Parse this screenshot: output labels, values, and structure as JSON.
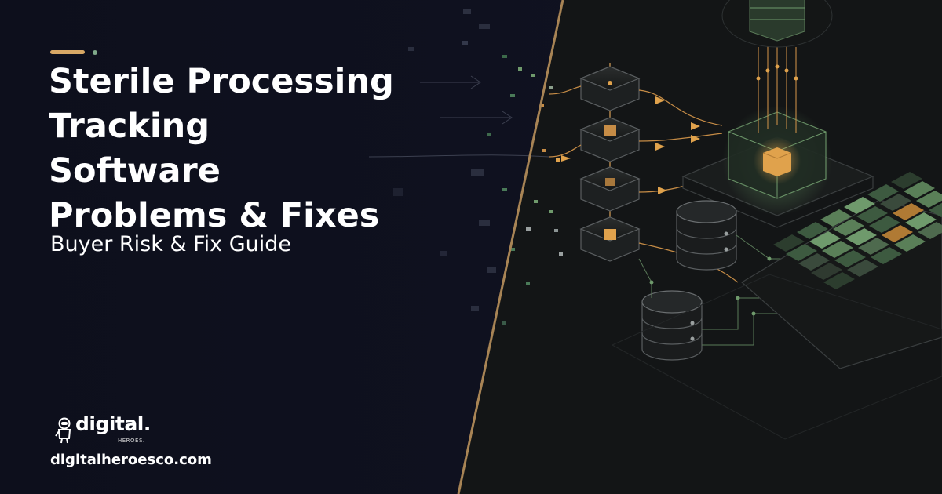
{
  "title_lines": [
    "Sterile Processing",
    "Tracking",
    "Software",
    "Problems & Fixes"
  ],
  "subtitle": "Buyer Risk & Fix Guide",
  "brand": {
    "wordmark": "digital.",
    "sub": "HEROES.",
    "url": "digitalheroesco.com"
  },
  "colors": {
    "background": "#0d0f1c",
    "accent": "#d8a865",
    "accent_dot": "#7fa98a",
    "divider": "#a88455",
    "node_glow": "#e0a24c",
    "grid_green": "#6f9a6c"
  },
  "icons": {
    "logo": "astronaut-icon"
  }
}
